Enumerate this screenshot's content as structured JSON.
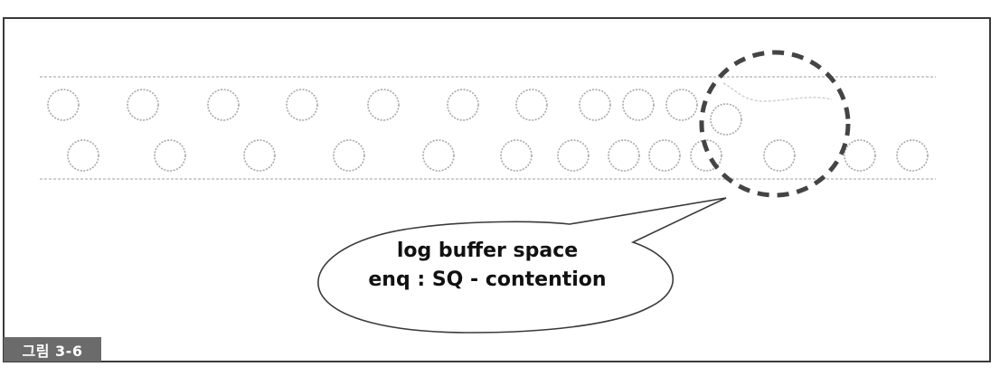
{
  "figure": {
    "caption": "그림 3-6",
    "callout": {
      "line1": "log buffer space",
      "line2": "enq : SQ - contention"
    }
  },
  "colors": {
    "frame": "#3a3a3a",
    "pipe": "#cfcfcf",
    "circle": "#a8a8a8",
    "dashed_ring": "#444444",
    "caption_bg": "#6b6b6b"
  }
}
